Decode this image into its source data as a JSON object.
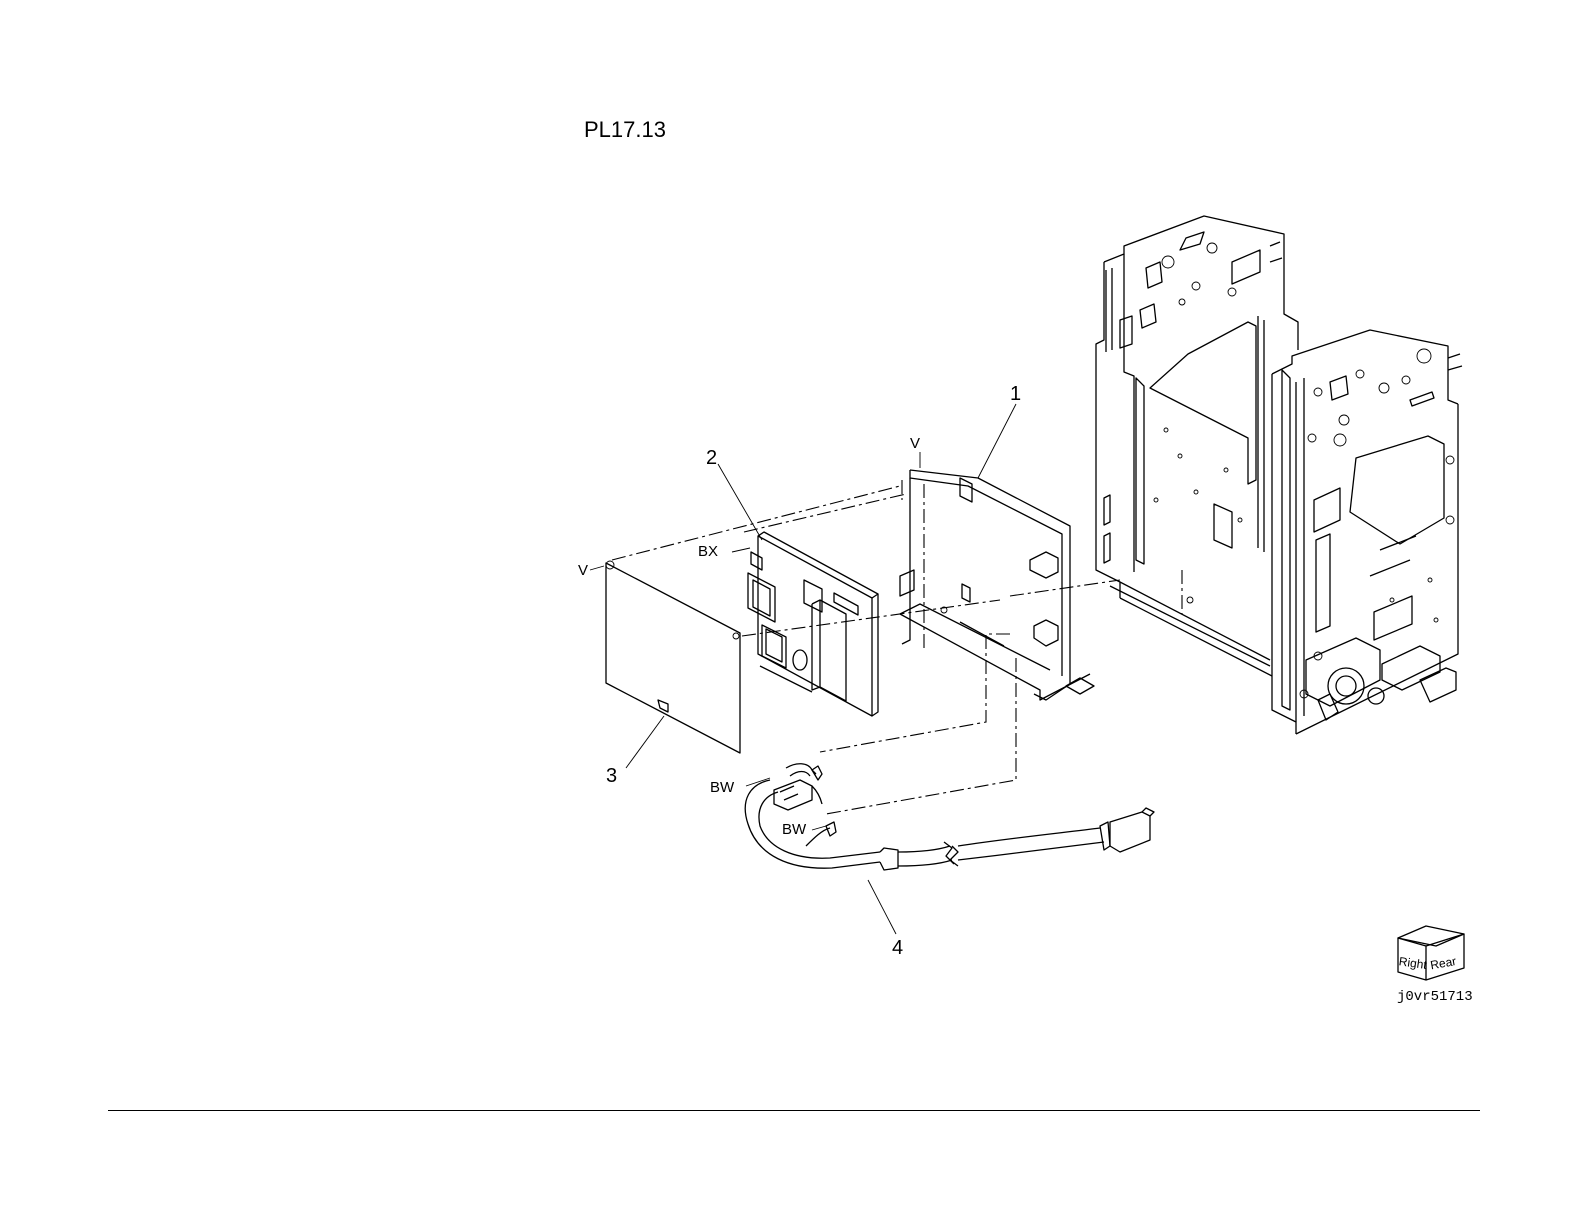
{
  "page": {
    "title": "PL17.13",
    "figure_id": "j0vr51713"
  },
  "callouts": {
    "item_1": "1",
    "item_2": "2",
    "item_3": "3",
    "item_4": "4",
    "connector_v_left": "V",
    "connector_v_top": "V",
    "connector_bx": "BX",
    "connector_bw_1": "BW",
    "connector_bw_2": "BW"
  },
  "orientation_cube": {
    "left_face": "Right",
    "right_face": "Rear"
  }
}
